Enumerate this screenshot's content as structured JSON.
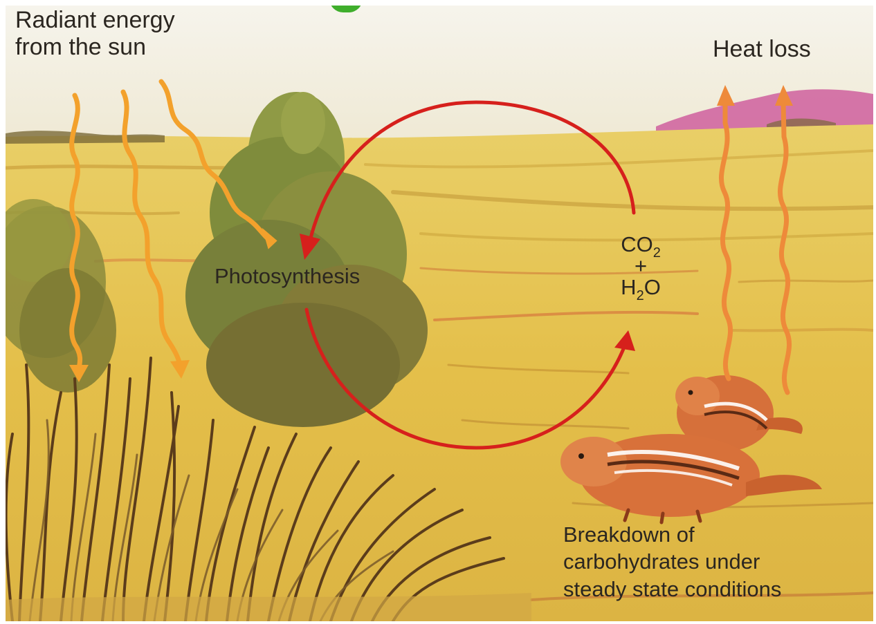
{
  "labels": {
    "radiant_line1": "Radiant energy",
    "radiant_line2": "from the sun",
    "heat_loss": "Heat loss",
    "photosynthesis": "Photosynthesis",
    "co2_base": "CO",
    "co2_sub": "2",
    "plus": "+",
    "h2o_h": "H",
    "h2o_sub": "2",
    "h2o_o": "O",
    "breakdown_line1": "Breakdown of",
    "breakdown_line2": "carbohydrates under",
    "breakdown_line3": "steady state conditions"
  },
  "colors": {
    "sky": "#f4f1e6",
    "field": "#e7c64f",
    "field_dark": "#c89a34",
    "cycle_arrow": "#d6201c",
    "sun_arrow": "#f3a12c",
    "heat_arrow": "#ee8a3a",
    "mountain": "#cf5f9d",
    "chipmunk": "#d6703a",
    "shrub": "#7e8a3a",
    "grass": "#6b4a22"
  },
  "icons": {
    "sun_rays": "wavy-down-arrow",
    "heat_rays": "wavy-up-arrow",
    "cycle": "circular-arrows",
    "animals": "chipmunk",
    "plant": "shrub"
  }
}
